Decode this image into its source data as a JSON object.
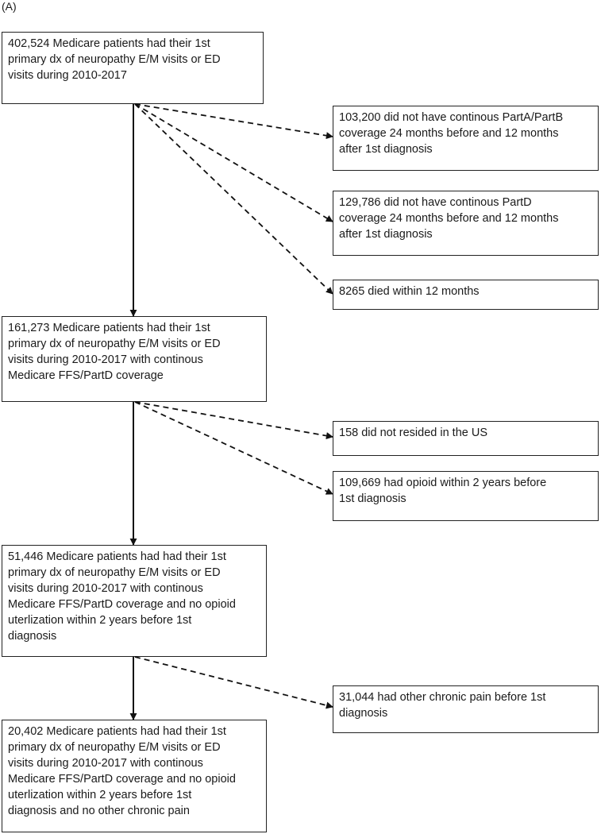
{
  "panel_label": "(A)",
  "main_boxes": [
    {
      "text": "402,524  Medicare patients had their 1st\nprimary dx of neuropathy E/M visits or ED\nvisits during 2010-2017"
    },
    {
      "text": "161,273  Medicare patients had their 1st\nprimary dx of neuropathy E/M visits or ED\nvisits during 2010-2017  with continous\nMedicare FFS/PartD coverage"
    },
    {
      "text": "51,446  Medicare patients had had their 1st\nprimary dx of neuropathy E/M visits or ED\nvisits during 2010-2017  with continous\nMedicare FFS/PartD coverage and no opioid\nuterlization within 2 years before 1st\ndiagnosis"
    },
    {
      "text": "20,402  Medicare patients had had their 1st\nprimary dx of neuropathy E/M visits or ED\nvisits during 2010-2017  with continous\nMedicare FFS/PartD coverage and no opioid\nuterlization within 2 years before 1st\ndiagnosis and no other chronic pain"
    }
  ],
  "exclusion_boxes": [
    {
      "text": "103,200  did not have continous PartA/PartB\ncoverage 24 months before and 12 months\nafter 1st diagnosis"
    },
    {
      "text": "129,786  did not have continous PartD\ncoverage 24 months before and 12 months\nafter 1st diagnosis"
    },
    {
      "text": "8265  died within 12 months"
    },
    {
      "text": "158  did not resided in the US"
    },
    {
      "text": "109,669  had opioid within 2 years before\n1st diagnosis"
    },
    {
      "text": "31,044  had other chronic pain before 1st\ndiagnosis"
    }
  ]
}
